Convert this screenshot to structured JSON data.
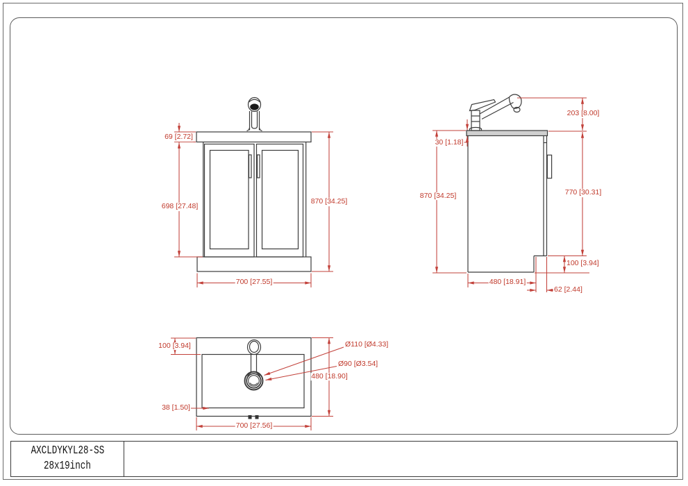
{
  "colors": {
    "dimension_red": "#c0392b",
    "drawing_line": "#3b3b3b"
  },
  "title_block": {
    "model_number": "AXCLDYKYL28-SS",
    "size_label": "28x19inch"
  },
  "front_view": {
    "dims": {
      "counter_height": "69 [2.72]",
      "door_height": "698 [27.48]",
      "total_height": "870 [34.25]",
      "width": "700 [27.55]"
    }
  },
  "side_view": {
    "dims": {
      "faucet_height": "203 [8.00]",
      "counter_thickness": "30 [1.18]",
      "total_height": "870 [34.25]",
      "cabinet_height": "770 [30.31]",
      "toekick_height": "100 [3.94]",
      "depth": "480 [18.91]",
      "toekick_depth": "62 [2.44]"
    }
  },
  "top_view": {
    "dims": {
      "back_clearance": "100 [3.94]",
      "drain_outer_diameter": "Ø110 [Ø4.33]",
      "drain_inner_diameter": "Ø90 [Ø3.54]",
      "depth": "480 [18.90]",
      "front_clearance": "38 [1.50]",
      "width": "700 [27.56]"
    }
  }
}
